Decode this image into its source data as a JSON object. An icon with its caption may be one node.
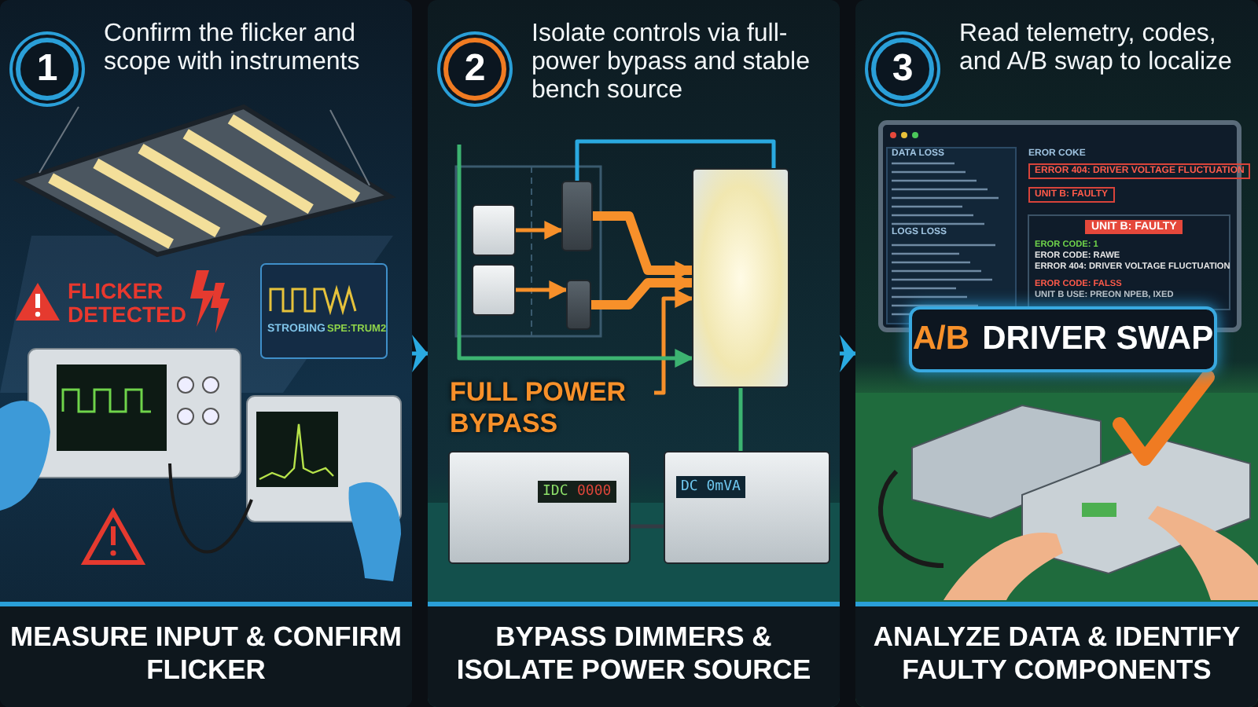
{
  "diagram": {
    "nodes": [
      {
        "text": [
          "Confirm the flicker and scope with instruments",
          "MEASURE INPUT & CONFIRM FLICKER"
        ]
      },
      {
        "text": [
          "Isolate controls via full-power bypass and stable bench source",
          "BYPASS DIMMERS & ISOLATE POWER SOURCE"
        ]
      },
      {
        "text": [
          "Read telemetry, codes, and A/B swap to localize",
          "ANALYZE DATA & IDENTIFY FAULTY COMPONENTS"
        ]
      },
      {
        "text": [],
        "shape": "box",
        "in": 1
      },
      {
        "text": [],
        "shape": "box",
        "in": 1
      },
      {
        "text": [],
        "shape": "box",
        "in": 1
      },
      {
        "text": [],
        "shape": "box",
        "in": 1
      },
      {
        "text": [],
        "shape": "box",
        "in": 1
      },
      {
        "text": [
          "FULL POWER BYPASS"
        ],
        "in": 1
      },
      {
        "text": [],
        "shape": "box",
        "in": 1
      },
      {
        "text": [],
        "shape": "box",
        "in": 1
      },
      {
        "text": [
          "A/B",
          "DRIVER SWAP"
        ],
        "in": 2
      }
    ],
    "edges": [
      {
        "from": 0,
        "to": 1,
        "arrow": "to",
        "color": "#2aa9e0"
      },
      {
        "from": 1,
        "to": 2,
        "arrow": "to",
        "color": "#2aa9e0"
      },
      {
        "from": 3,
        "to": 5,
        "arrow": "to"
      },
      {
        "from": 4,
        "to": 6,
        "arrow": "to"
      },
      {
        "from": 5,
        "to": 7,
        "arrow": "to",
        "style": "thick"
      },
      {
        "from": 6,
        "to": 7,
        "arrow": "to",
        "style": "thick"
      },
      {
        "from": 8,
        "to": 7,
        "arrow": "to"
      },
      {
        "from": null,
        "to": 7,
        "arrow": "to",
        "color": "#3cb371"
      },
      {
        "from": 9,
        "to": 10,
        "arrow": "none",
        "color": "#333b44"
      },
      {
        "from": 10,
        "to": 7,
        "arrow": "none",
        "color": "#3cb371"
      },
      {
        "from": 5,
        "to": 7,
        "arrow": "none",
        "color": "#2aa9e0"
      }
    ],
    "labels": [
      "1",
      "2",
      "3",
      "FLICKER DETECTED",
      "STROBING",
      "SPE:TRUM2",
      "IDC",
      "0000",
      "DC 0mVA",
      "DATA LOSS",
      "EROR COKE",
      "ERROR 404: DRIVER VOLTAGE FLUCTUATION",
      "UNIT B: FAULTY",
      "LOGS LOSS",
      "UNIT B: FAULTY",
      "EROR CODE: 1",
      "EROR CODE: RAWE",
      "ERROR 404: DRIVER VOLTAGE FLUCTUATION",
      "EROR CODE: FALSS",
      "UNIT B USE: PREON NPEB, IXED"
    ]
  }
}
